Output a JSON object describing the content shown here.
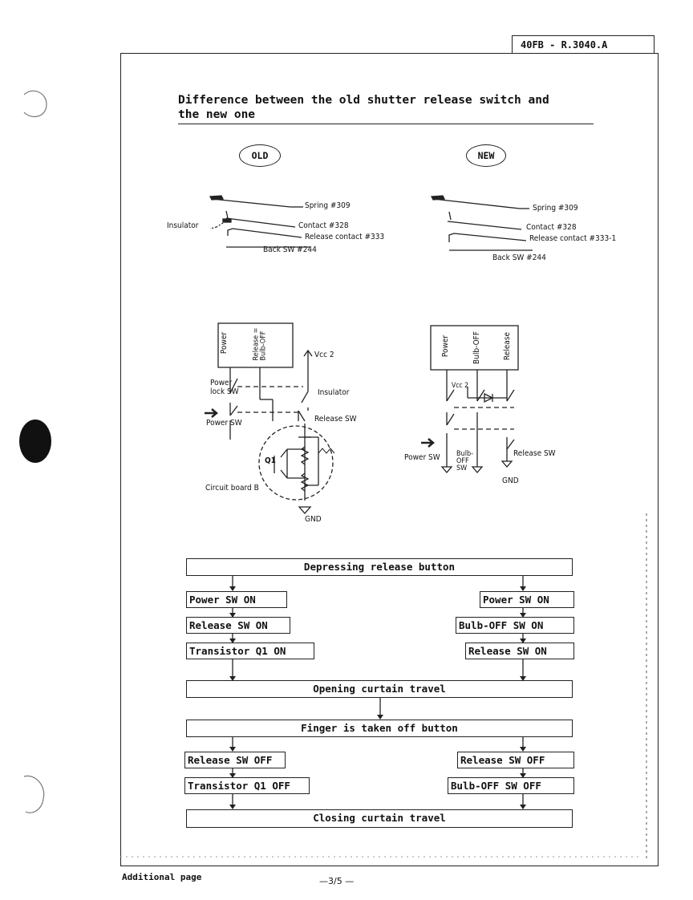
{
  "header": {
    "doc_code": "40FB - R.3040.A"
  },
  "title": {
    "line1": "Difference between the old shutter release switch and",
    "line2": "the new one"
  },
  "old": {
    "label": "OLD",
    "parts": {
      "spring": "Spring #309",
      "contact": "Contact #328",
      "release_contact": "Release contact #333",
      "back_sw": "Back SW #244",
      "insulator": "Insulator"
    },
    "circuit": {
      "power": "Power",
      "release_bulb": "Release =\nBulb-OFF",
      "vcc": "Vcc 2",
      "power_lock_sw": "Power\nlock SW",
      "power_sw": "Power SW",
      "insulator": "Insulator",
      "release_sw": "Release SW",
      "q1": "Q1",
      "circuit_board": "Circuit board B",
      "gnd": "GND"
    }
  },
  "new": {
    "label": "NEW",
    "parts": {
      "spring": "Spring #309",
      "contact": "Contact #328",
      "release_contact": "Release contact #333-1",
      "back_sw": "Back SW #244"
    },
    "circuit": {
      "power": "Power",
      "bulb_off": "Bulb-OFF",
      "release": "Release",
      "vcc": "Vcc 2",
      "power_sw": "Power SW",
      "bulb_off_sw": "Bulb-\nOFF\nSW",
      "release_sw": "Release SW",
      "gnd": "GND"
    }
  },
  "flow": {
    "start": "Depressing release button",
    "old_steps_1": [
      "Power SW ON",
      "Release SW ON",
      "Transistor Q1 ON"
    ],
    "new_steps_1": [
      "Power SW ON",
      "Bulb-OFF SW ON",
      "Release SW ON"
    ],
    "opening": "Opening curtain travel",
    "finger": "Finger is taken off button",
    "old_steps_2": [
      "Release SW OFF",
      "Transistor Q1 OFF"
    ],
    "new_steps_2": [
      "Release SW OFF",
      "Bulb-OFF SW OFF"
    ],
    "closing": "Closing curtain travel"
  },
  "footer": {
    "left": "Additional page",
    "page": "—3/5 —"
  }
}
